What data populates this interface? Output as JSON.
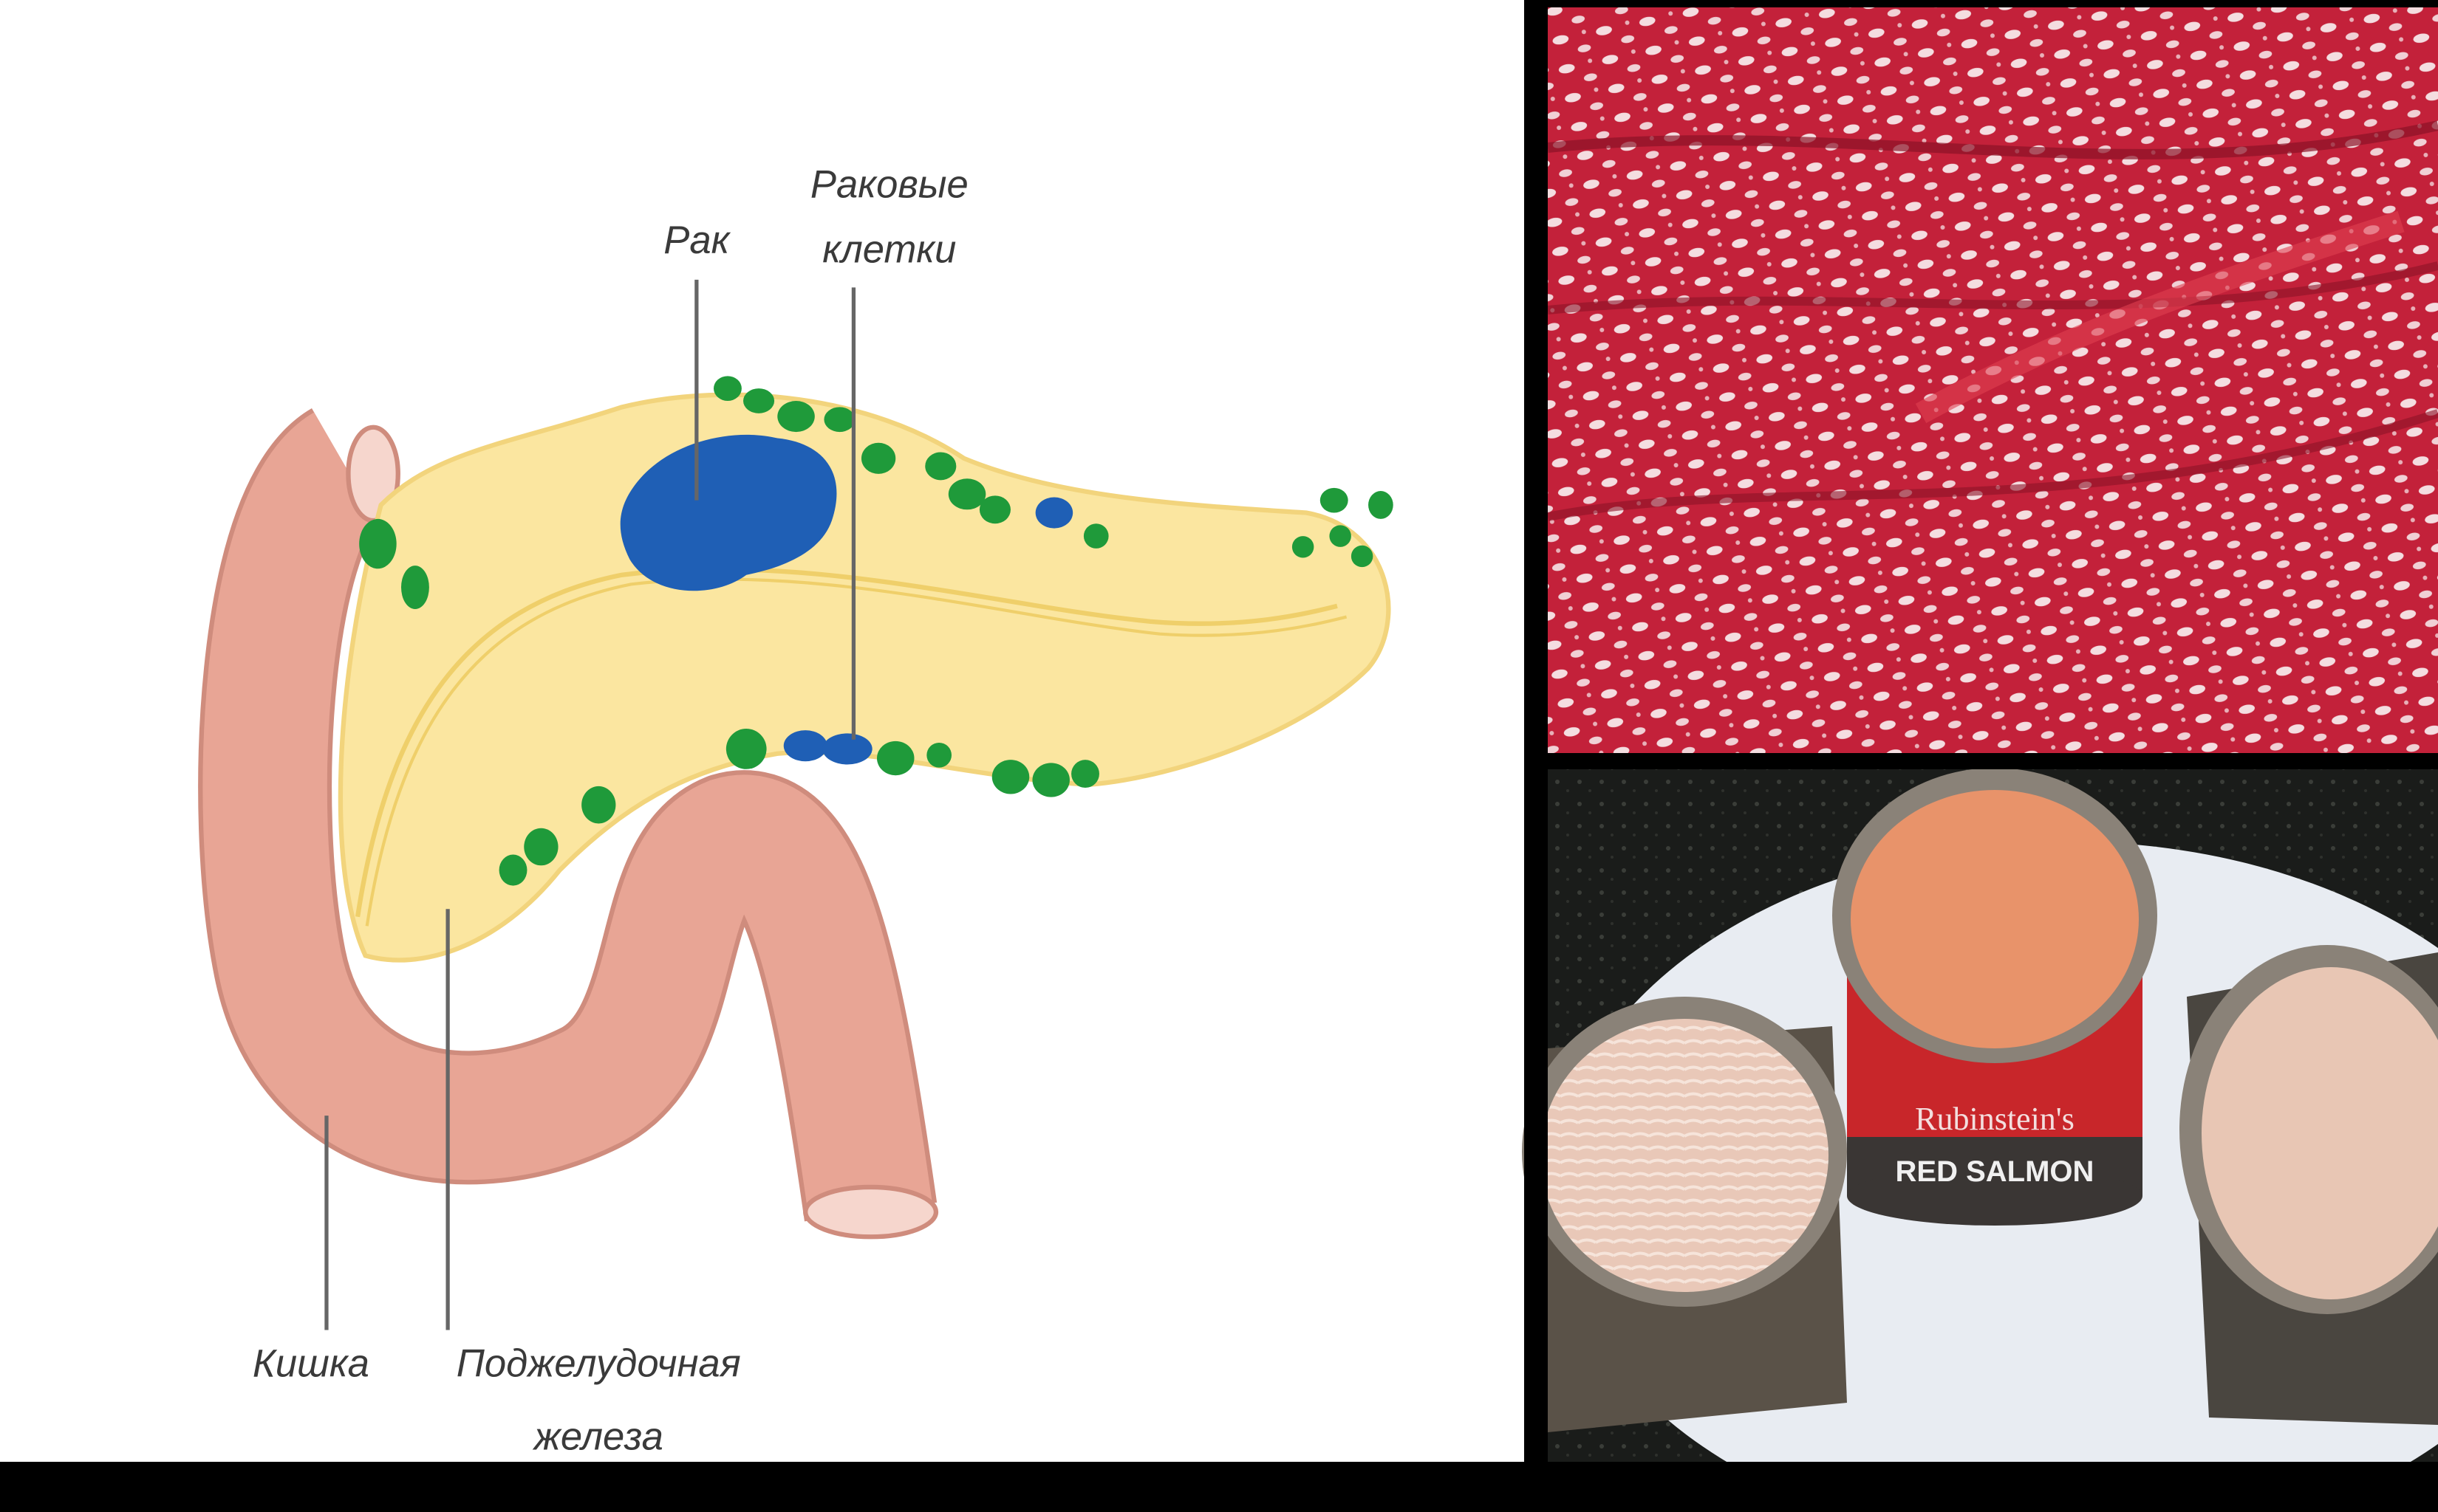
{
  "diagram": {
    "labels": {
      "cancer": "Рак",
      "cancer_cells_1": "Раковые",
      "cancer_cells_2": "клетки",
      "intestine": "Кишка",
      "pancreas_1": "Поджелудочная",
      "pancreas_2": "железа"
    },
    "colors": {
      "intestine": "#e8a595",
      "pancreas": "#fbe6a0",
      "tumor": "#1f5fb5",
      "lymph": "#1f9a3a"
    }
  },
  "photos": {
    "top": {
      "subject": "salami",
      "color": "#c3213a"
    },
    "bottom": {
      "subject": "canned-fish",
      "can_label_1": "Rubinstein's",
      "can_label_2": "RED SALMON",
      "color": "#c8262a"
    }
  }
}
